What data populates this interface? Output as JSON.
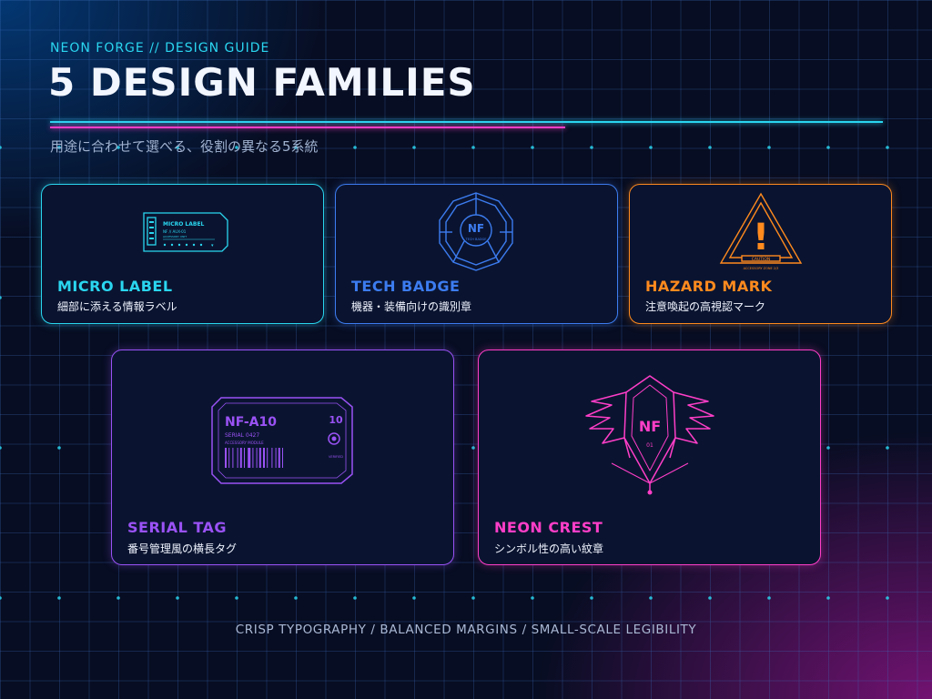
{
  "header": {
    "eyebrow": "NEON FORGE // DESIGN GUIDE",
    "title": "5 DESIGN FAMILIES",
    "subtitle": "用途に合わせて選べる、役割の異なる5系統"
  },
  "cards": [
    {
      "name": "MICRO LABEL",
      "desc": "細部に添える情報ラベル",
      "color": "#2ad6f0",
      "art": {
        "title": "MICRO LABEL",
        "line1": "NF // AUX-01",
        "line2": "ACCESSORY UNIT"
      }
    },
    {
      "name": "TECH BADGE",
      "desc": "機器・装備向けの識別章",
      "color": "#3c7cf0",
      "art": {
        "mono": "NF",
        "caption": "TECH BADGE"
      }
    },
    {
      "name": "HAZARD MARK",
      "desc": "注意喚起の高視認マーク",
      "color": "#ff8a1e",
      "art": {
        "symbol": "!",
        "banner": "CAUTION",
        "caption": "ACCESSORY ZONE 2/3"
      }
    },
    {
      "name": "SERIAL TAG",
      "desc": "番号管理風の横長タグ",
      "color": "#9a52f5",
      "art": {
        "code": "NF-A10",
        "number": "10",
        "serial": "SERIAL 0427",
        "module": "ACCESSORY MODULE",
        "verified": "VERIFIED"
      }
    },
    {
      "name": "NEON CREST",
      "desc": "シンボル性の高い紋章",
      "color": "#ff3ec8",
      "art": {
        "mono": "NF",
        "num": "01"
      }
    }
  ],
  "footer": "CRISP TYPOGRAPHY / BALANCED MARGINS / SMALL-SCALE LEGIBILITY"
}
